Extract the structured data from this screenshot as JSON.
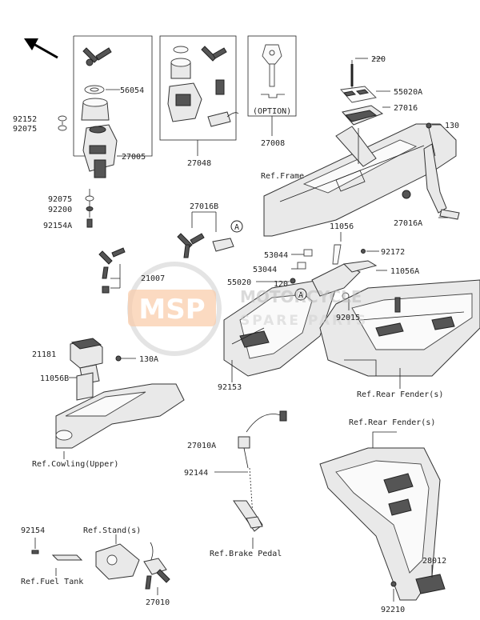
{
  "labels": {
    "p56054": "56054",
    "p92152": "92152",
    "p92075a": "92075",
    "p27005": "27005",
    "p92075b": "92075",
    "p92200": "92200",
    "p92154A": "92154A",
    "p27048": "27048",
    "p27008": "27008",
    "option": "(OPTION)",
    "p220": "220",
    "p55020A": "55020A",
    "p27016": "27016",
    "p130": "130",
    "refFrame": "Ref.Frame",
    "p27016A": "27016A",
    "p27016B": "27016B",
    "calloutA1": "A",
    "p11056": "11056",
    "p53044a": "53044",
    "p92172": "92172",
    "p53044b": "53044",
    "p11056A": "11056A",
    "p55020": "55020",
    "p120": "120",
    "calloutA2": "A",
    "p92015": "92015",
    "p21007": "21007",
    "p21181": "21181",
    "p130A": "130A",
    "p11056B": "11056B",
    "p92153": "92153",
    "refRearFender1": "Ref.Rear Fender(s)",
    "refCowling": "Ref.Cowling(Upper)",
    "p27010A": "27010A",
    "p92144": "92144",
    "refBrakePedal": "Ref.Brake Pedal",
    "refRearFender2": "Ref.Rear Fender(s)",
    "p92154": "92154",
    "refStand": "Ref.Stand(s)",
    "refFuelTank": "Ref.Fuel Tank",
    "p27010": "27010",
    "p28012": "28012",
    "p92210": "92210"
  },
  "watermark": {
    "logo": "MSP",
    "line1": "MOTORCYCLE",
    "line2": "SPARE PARTS",
    "accent": "#f4a46a"
  },
  "icons": {
    "direction": "arrow-up-left-icon"
  }
}
